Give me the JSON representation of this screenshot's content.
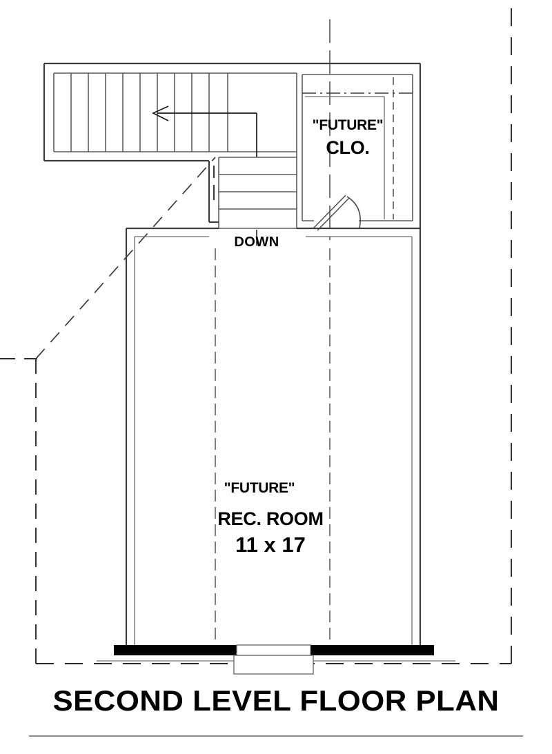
{
  "drawing": {
    "title": "SECOND LEVEL FLOOR PLAN",
    "sheet_type": "residential-floor-plan",
    "level": "Second Level",
    "background_color": "#ffffff",
    "line_color": "#3c3c3c",
    "text_color": "#000000"
  },
  "rooms": [
    {
      "id": "rec-room",
      "future_tag": "\"FUTURE\"",
      "name": "REC. ROOM",
      "dimensions": "11 x 17",
      "width_ft": 11,
      "length_ft": 17
    },
    {
      "id": "closet",
      "future_tag": "\"FUTURE\"",
      "name": "CLO.",
      "dimensions": "",
      "width_ft": null,
      "length_ft": null
    }
  ],
  "annotations": {
    "stair_direction": "DOWN",
    "stair_arrow": "arrow-left",
    "upper_run_treads": 10,
    "lower_run_treads": 4
  },
  "features": {
    "door_count": 1,
    "window_count": 1,
    "stair_count": 1
  },
  "title_rule_color": "#8a8a8a"
}
